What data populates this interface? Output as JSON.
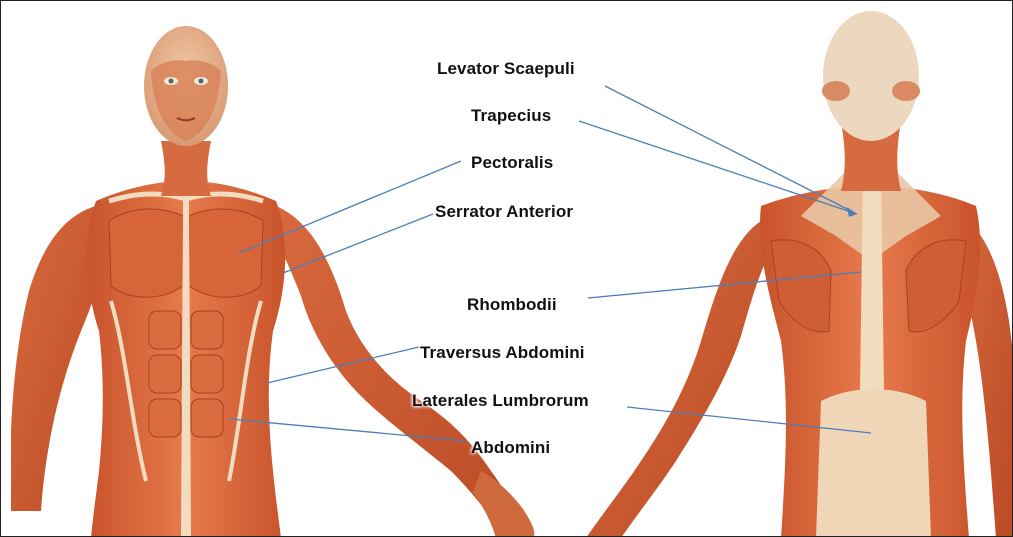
{
  "figure": {
    "labels": {
      "levator_scapuli": "Levator Scaepuli",
      "trapecius": "Trapecius",
      "pectoralis": "Pectoralis",
      "serrator_anterior": "Serrator Anterior",
      "rhombodii": "Rhombodii",
      "traversus_abdomini": "Traversus Abdomini",
      "laterales_lumbrorum": "Laterales Lumbrorum",
      "abdomini": "Abdomini"
    },
    "colors": {
      "muscle": "#d9653a",
      "muscle_dark": "#a8401f",
      "tendon": "#f1dcc0",
      "leader_line": "#4a7fb8",
      "label_text": "#111111"
    },
    "views": [
      "front-figure",
      "back-figure"
    ]
  }
}
